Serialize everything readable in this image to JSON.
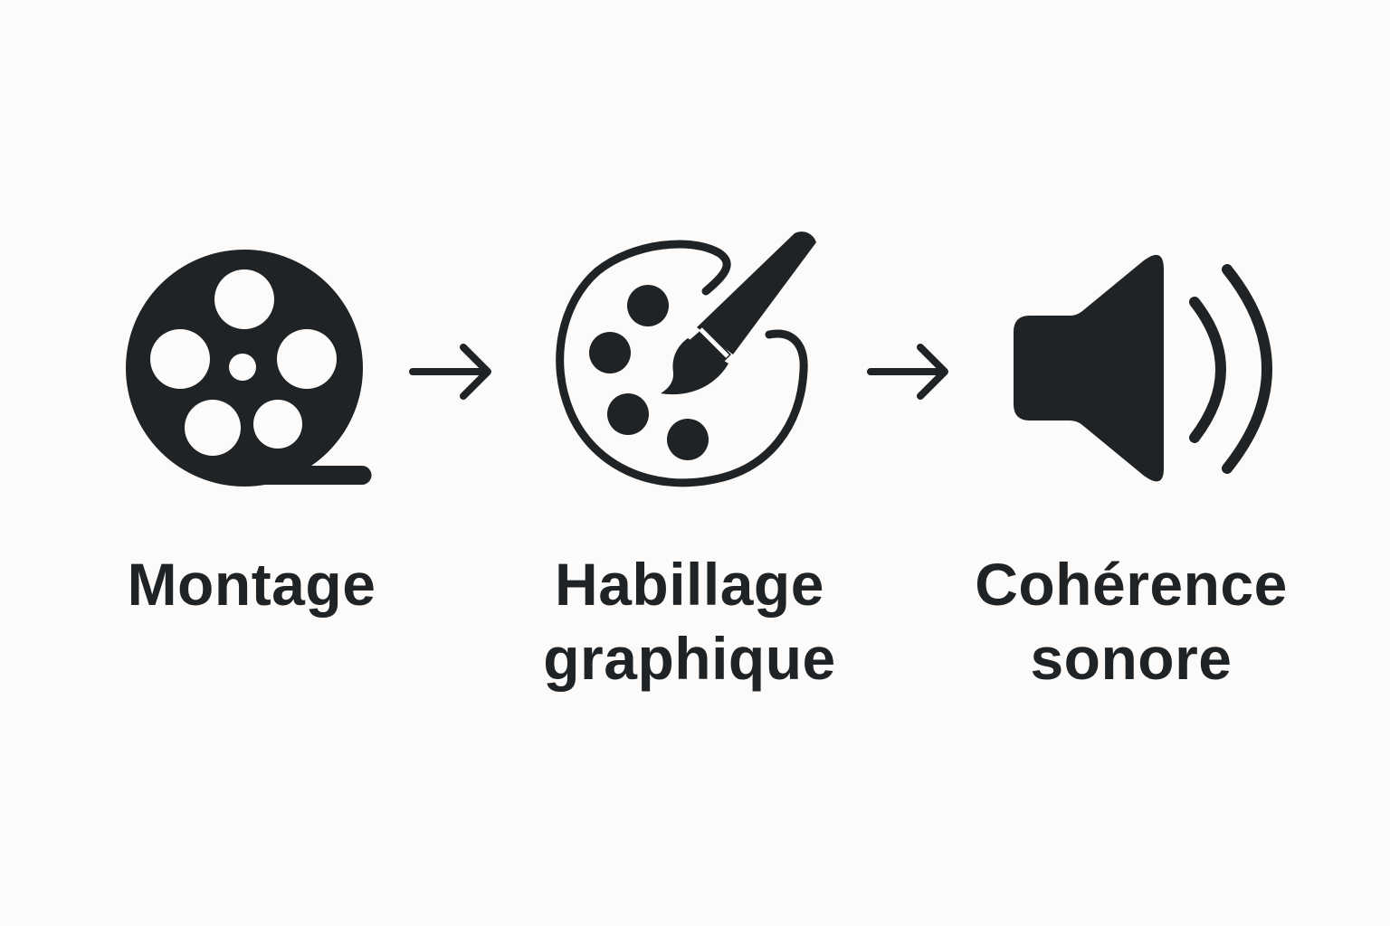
{
  "colors": {
    "background": "#fcfbf9",
    "ink": "#1f2326"
  },
  "steps": [
    {
      "icon": "film-reel-icon",
      "label_lines": [
        "Montage"
      ]
    },
    {
      "icon": "palette-brush-icon",
      "label_lines": [
        "Habillage",
        "graphique"
      ]
    },
    {
      "icon": "speaker-icon",
      "label_lines": [
        "Cohérence",
        "sonore"
      ]
    }
  ],
  "connectors": [
    {
      "icon": "arrow-right-icon"
    },
    {
      "icon": "arrow-right-icon"
    }
  ]
}
